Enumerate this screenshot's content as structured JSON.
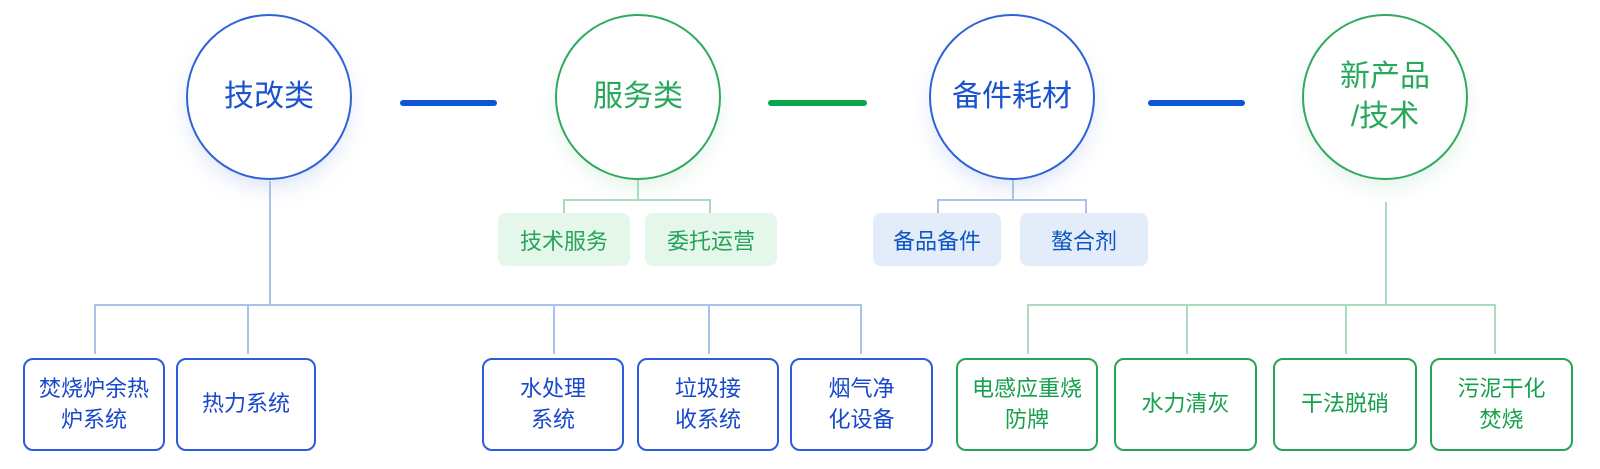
{
  "palette": {
    "blue_connector": "#0d55d4",
    "blue_circle_stroke": "#2e63d6",
    "blue_text": "#1747cc",
    "blue_tree_line": "#a9c3e8",
    "blue_pill_bg": "#e3edfa",
    "green_connector": "#0aa64e",
    "green_circle_stroke": "#31aa5f",
    "green_text": "#17a04c",
    "green_tree_line": "#a9dcbc",
    "green_pill_bg": "#e5f6eb"
  },
  "categories": [
    {
      "label": "技改类",
      "color": "blue",
      "children": [
        "焚烧炉余热\n炉系统",
        "热力系统",
        "水处理\n系统",
        "垃圾接\n收系统",
        "烟气净\n化设备"
      ]
    },
    {
      "label": "服务类",
      "color": "green",
      "pills": [
        "技术服务",
        "委托运营"
      ]
    },
    {
      "label": "备件耗材",
      "color": "blue",
      "pills": [
        "备品备件",
        "螯合剂"
      ]
    },
    {
      "label": "新产品\n/技术",
      "color": "green",
      "children": [
        "电感应重烧\n防牌",
        "水力清灰",
        "干法脱硝",
        "污泥干化\n焚烧"
      ]
    }
  ]
}
